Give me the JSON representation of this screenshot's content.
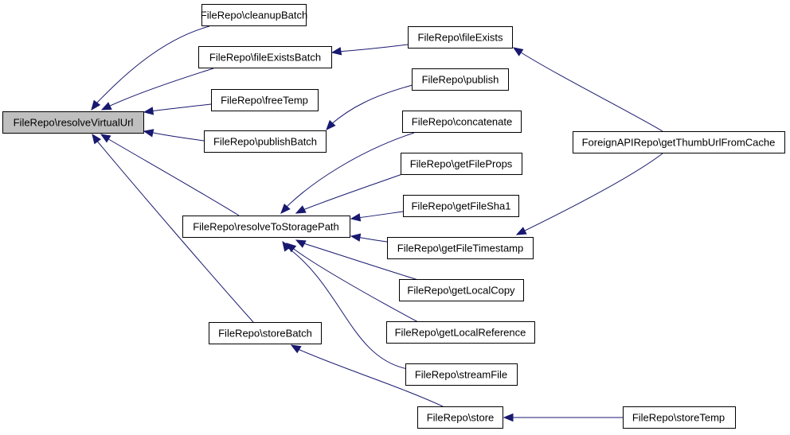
{
  "nodes": {
    "resolveVirtualUrl": "FileRepo\\resolveVirtualUrl",
    "cleanupBatch": "FileRepo\\cleanupBatch",
    "fileExistsBatch": "FileRepo\\fileExistsBatch",
    "freeTemp": "FileRepo\\freeTemp",
    "publishBatch": "FileRepo\\publishBatch",
    "resolveToStoragePath": "FileRepo\\resolveToStoragePath",
    "storeBatch": "FileRepo\\storeBatch",
    "fileExists": "FileRepo\\fileExists",
    "publish": "FileRepo\\publish",
    "concatenate": "FileRepo\\concatenate",
    "getFileProps": "FileRepo\\getFileProps",
    "getFileSha1": "FileRepo\\getFileSha1",
    "getFileTimestamp": "FileRepo\\getFileTimestamp",
    "getLocalCopy": "FileRepo\\getLocalCopy",
    "getLocalReference": "FileRepo\\getLocalReference",
    "streamFile": "FileRepo\\streamFile",
    "store": "FileRepo\\store",
    "getThumbUrlFromCache": "ForeignAPIRepo\\getThumbUrlFromCache",
    "storeTemp": "FileRepo\\storeTemp"
  },
  "colors": {
    "edge": "#191970",
    "root_fill": "#bfbfbf",
    "node_fill": "#ffffff",
    "node_border": "#000000"
  }
}
